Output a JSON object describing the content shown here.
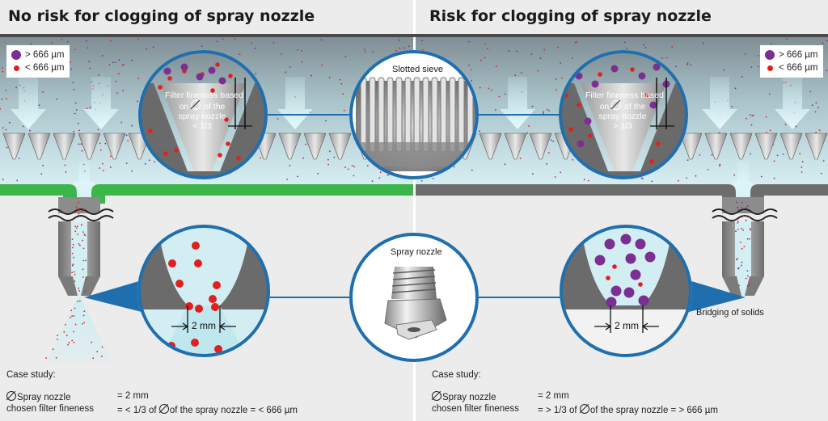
{
  "left_panel": {
    "title": "No risk for clogging of spray nozzle",
    "filter_label": [
      "Filter fineness based",
      "on",
      "of the",
      "spray nozzle",
      "< 1/3"
    ],
    "gap_label": "2 mm",
    "case_study": {
      "heading": "Case study:",
      "nozzle_label": "Spray nozzle",
      "nozzle_value": "= 2 mm",
      "fineness_label": "chosen filter fineness",
      "fineness_value_pre": "= < 1/3 of",
      "fineness_value_post": "of the spray nozzle  = < 666 µm"
    }
  },
  "right_panel": {
    "title": "Risk for clogging of spray nozzle",
    "filter_label": [
      "Filter fineness based",
      "on",
      "of the",
      "spray nozzle",
      "> 1/3"
    ],
    "gap_label": "2 mm",
    "bridging_label": "Bridging of solids",
    "case_study": {
      "heading": "Case study:",
      "nozzle_label": "Spray nozzle",
      "nozzle_value": "= 2 mm",
      "fineness_label": "chosen filter fineness",
      "fineness_value_pre": "= > 1/3 of",
      "fineness_value_post": "of the spray nozzle  = > 666 µm"
    }
  },
  "legend": {
    "large": "> 666 µm",
    "small": "< 666 µm"
  },
  "center": {
    "sieve_label": "Slotted sieve",
    "nozzle_label": "Spray nozzle"
  },
  "colors": {
    "large_particle": "#7b2f93",
    "small_particle": "#e0201e",
    "liquid": "#c9e9ee",
    "steel": "#8c8c8c",
    "pipe_ok": "#3cb54a",
    "pipe_risk": "#6d6d6d",
    "ring": "#1f6fae"
  },
  "icons": {
    "diameter": "diameter-icon",
    "sieve": "slotted-sieve-icon",
    "nozzle": "spray-nozzle-icon"
  }
}
